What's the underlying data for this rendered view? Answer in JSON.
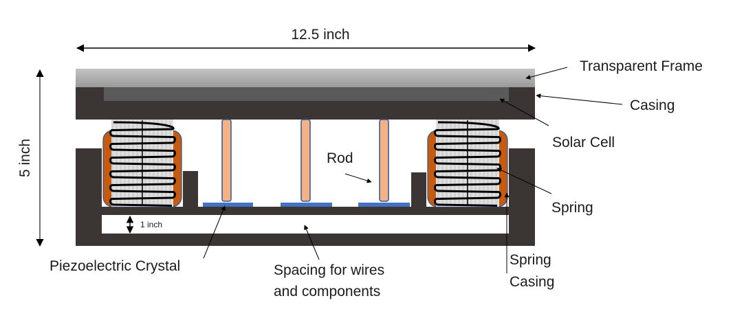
{
  "title": "Piezoelectric solar tile cross-section",
  "dimensions": {
    "width_label": "12.5 inch",
    "height_label": "5 inch",
    "spacing_label": "1 inch"
  },
  "labels": {
    "transparent_frame": "Transparent Frame",
    "casing": "Casing",
    "solar_cell": "Solar Cell",
    "rod": "Rod",
    "spring": "Spring",
    "spring_casing_line1": "Spring",
    "spring_casing_line2": "Casing",
    "piezo": "Piezoelectric Crystal",
    "spacing_line1": "Spacing for wires",
    "spacing_line2": "and components"
  },
  "colors": {
    "casing": "#3b3634",
    "frame_top": "#c4c4c4",
    "frame_bottom": "#9a9a9a",
    "solar_cell": "#5a5a5a",
    "rod_fill": "#f4b183",
    "rod_stroke": "#2f5597",
    "piezo": "#4472c4",
    "spring_casing": "#c55a11",
    "spring_bg": "#dcdcdc"
  }
}
